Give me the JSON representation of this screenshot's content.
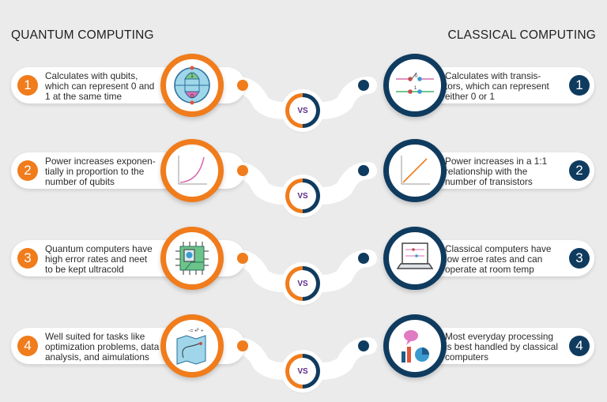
{
  "titles": {
    "left": "QUANTUM COMPUTING",
    "right": "CLASSICAL COMPUTING"
  },
  "vs_label": "VS",
  "colors": {
    "quantum": "#f07c1c",
    "classical": "#0f3b5f",
    "vs_text": "#5c2a86",
    "background": "#ebebeb"
  },
  "rows": [
    {
      "number": "1",
      "quantum": {
        "lines": [
          "Calculates with qubits,",
          "which can represent 0 and",
          "1 at the same time"
        ],
        "icon": "qubit-sphere-icon",
        "icon_labels": [
          "1",
          "0"
        ]
      },
      "classical": {
        "lines": [
          "Calculates with transis-",
          "tors, which can represent",
          "either 0 or 1"
        ],
        "icon": "transistor-switch-icon",
        "icon_labels": [
          "0",
          "1"
        ]
      }
    },
    {
      "number": "2",
      "quantum": {
        "lines": [
          "Power increases exponen-",
          "tially in proportion to the",
          "number of qubits"
        ],
        "icon": "exponential-curve-icon"
      },
      "classical": {
        "lines": [
          "Power increases in a 1:1",
          "relationship with the",
          "number of transistors"
        ],
        "icon": "linear-graph-icon"
      }
    },
    {
      "number": "3",
      "quantum": {
        "lines": [
          "Quantum computers have",
          "high error rates and neet",
          "to be kept ultracold"
        ],
        "icon": "quantum-chip-icon"
      },
      "classical": {
        "lines": [
          "Classical computers have",
          "low erroe rates and can",
          "operate at room temp"
        ],
        "icon": "laptop-icon"
      }
    },
    {
      "number": "4",
      "quantum": {
        "lines": [
          "Well suited for tasks like",
          "optimization problems, data",
          "analysis, and aimulations"
        ],
        "icon": "map-route-icon"
      },
      "classical": {
        "lines": [
          "Most everyday processing",
          "is best handled by classical",
          "computers"
        ],
        "icon": "chart-chat-icon"
      }
    }
  ]
}
